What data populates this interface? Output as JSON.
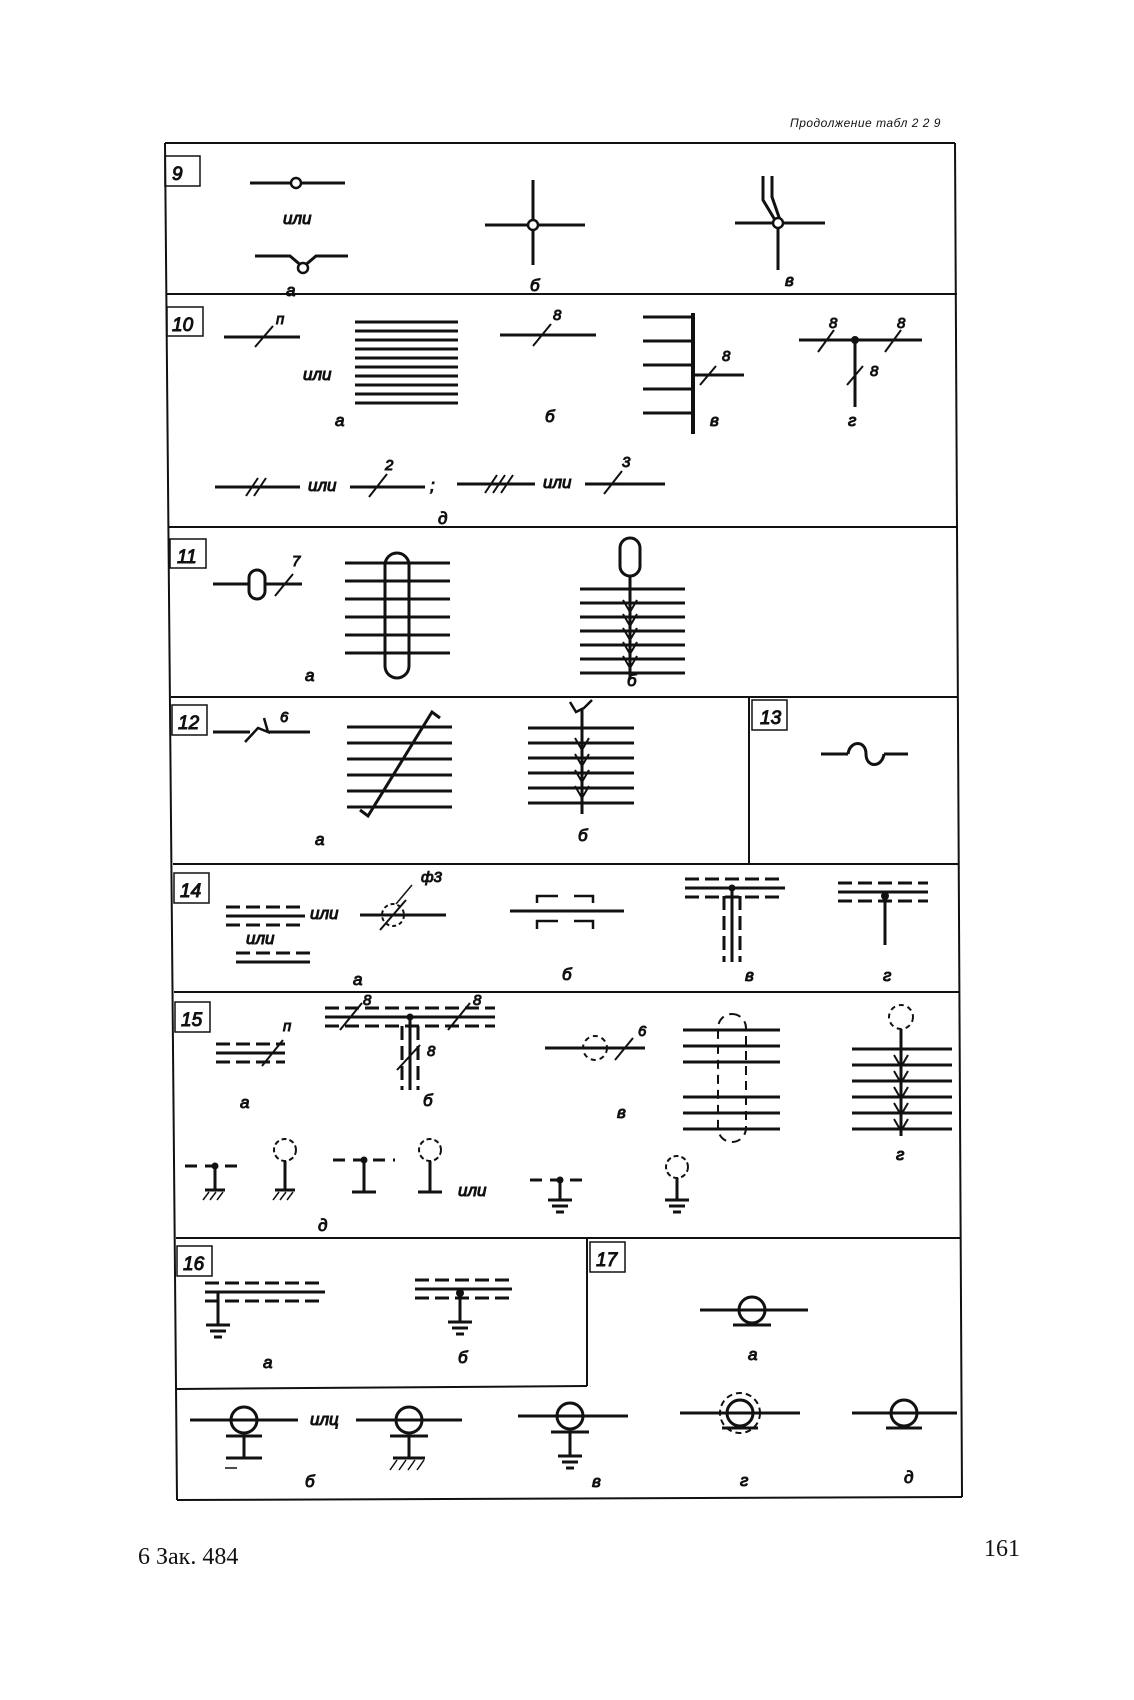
{
  "header": {
    "continuation": "Продолжение табл 2 2 9"
  },
  "footer": {
    "left": "6 Зак. 484",
    "page_number": "161"
  },
  "rows": {
    "r9": {
      "number": "9",
      "or_word": "или",
      "labels": [
        "а",
        "б",
        "в"
      ]
    },
    "r10": {
      "number": "10",
      "or_word": "или",
      "n": "п",
      "eight": "8",
      "two": "2",
      "three": "3",
      "semicolon": ";",
      "labels": [
        "а",
        "б",
        "в",
        "г",
        "д"
      ]
    },
    "r11": {
      "number": "11",
      "seven": "7",
      "labels": [
        "а",
        "б"
      ]
    },
    "r12": {
      "number": "12",
      "six": "6",
      "labels": [
        "а",
        "б"
      ]
    },
    "r13": {
      "number": "13"
    },
    "r14": {
      "number": "14",
      "or_word": "или",
      "phi": "ф3",
      "labels": [
        "а",
        "б",
        "в",
        "г"
      ]
    },
    "r15": {
      "number": "15",
      "or_word": "или",
      "n": "п",
      "eight": "8",
      "six": "6",
      "labels": [
        "а",
        "б",
        "в",
        "г",
        "д"
      ]
    },
    "r16": {
      "number": "16",
      "labels": [
        "а",
        "б"
      ]
    },
    "r17": {
      "number": "17",
      "or_word": "илц",
      "labels": [
        "а",
        "б",
        "в",
        "г",
        "д"
      ]
    }
  }
}
